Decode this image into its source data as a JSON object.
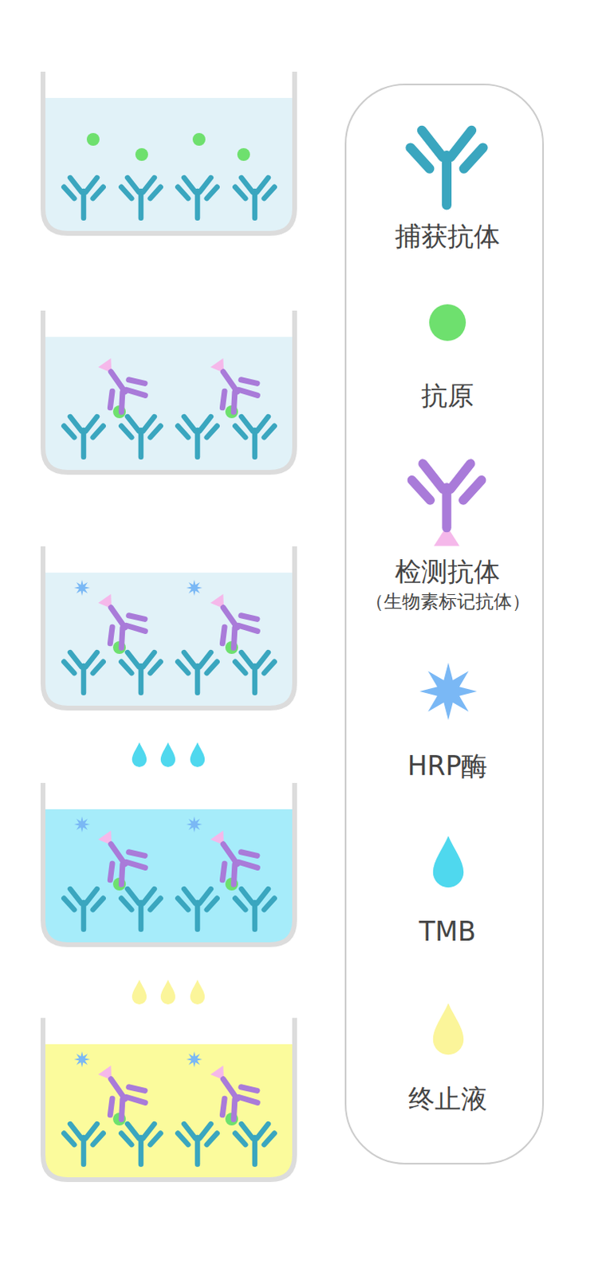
{
  "diagram": {
    "labels": [
      "（生物素标记抗体）"
    ],
    "legend": [
      {
        "text": "捕获抗体"
      },
      {
        "text": "抗原"
      },
      {
        "text": "检测抗体"
      },
      {
        "text": "HRP酶"
      },
      {
        "text": "TMB"
      },
      {
        "text": "终止液"
      }
    ]
  }
}
